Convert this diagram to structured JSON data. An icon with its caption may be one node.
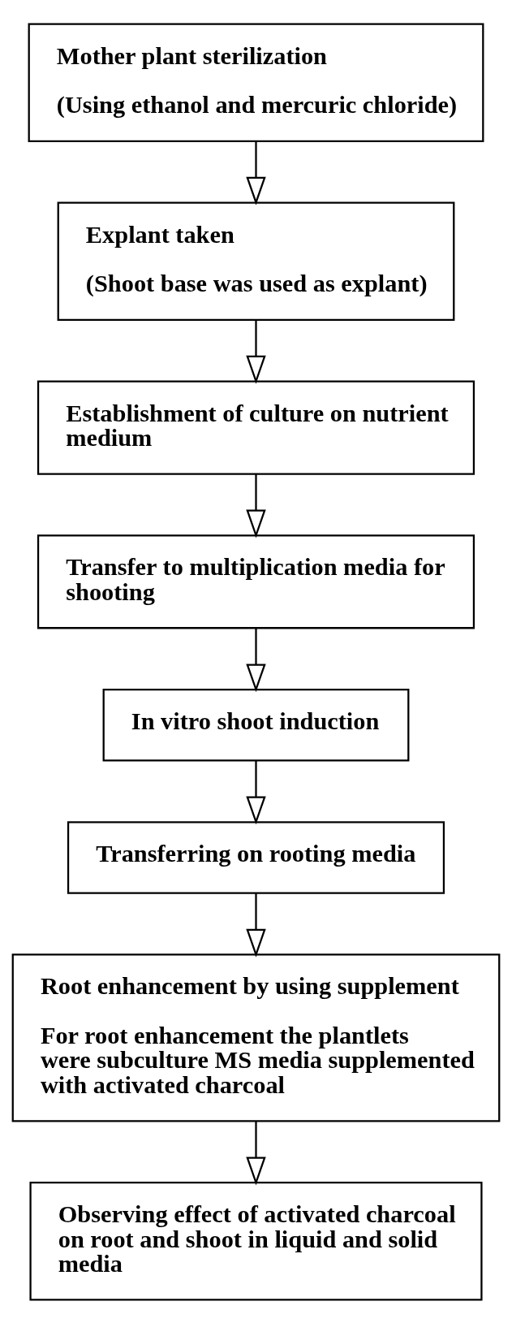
{
  "diagram": {
    "nodes": [
      {
        "text": [
          "Mother plant sterilization",
          "(Using ethanol and mercuric chloride)"
        ]
      },
      {
        "text": [
          "Explant taken",
          "(Shoot base was used as explant)"
        ]
      },
      {
        "text": [
          "Establishment of culture on nutrient medium"
        ]
      },
      {
        "text": [
          "Transfer to multiplication media for shooting"
        ]
      },
      {
        "text": [
          "In vitro shoot induction"
        ]
      },
      {
        "text": [
          "Transferring on rooting media"
        ]
      },
      {
        "text": [
          "Root enhancement by using supplement",
          "For root enhancement the plantlets were subculture MS media supplemented with activated charcoal"
        ]
      },
      {
        "text": [
          "Observing effect of activated charcoal on root and shoot in liquid and solid media"
        ]
      }
    ],
    "edges": [
      {
        "from": 0,
        "to": 1,
        "arrow": "to"
      },
      {
        "from": 1,
        "to": 2,
        "arrow": "to"
      },
      {
        "from": 2,
        "to": 3,
        "arrow": "to"
      },
      {
        "from": 3,
        "to": 4,
        "arrow": "to"
      },
      {
        "from": 4,
        "to": 5,
        "arrow": "to"
      },
      {
        "from": 5,
        "to": 6,
        "arrow": "to"
      },
      {
        "from": 6,
        "to": 7,
        "arrow": "to"
      }
    ]
  }
}
